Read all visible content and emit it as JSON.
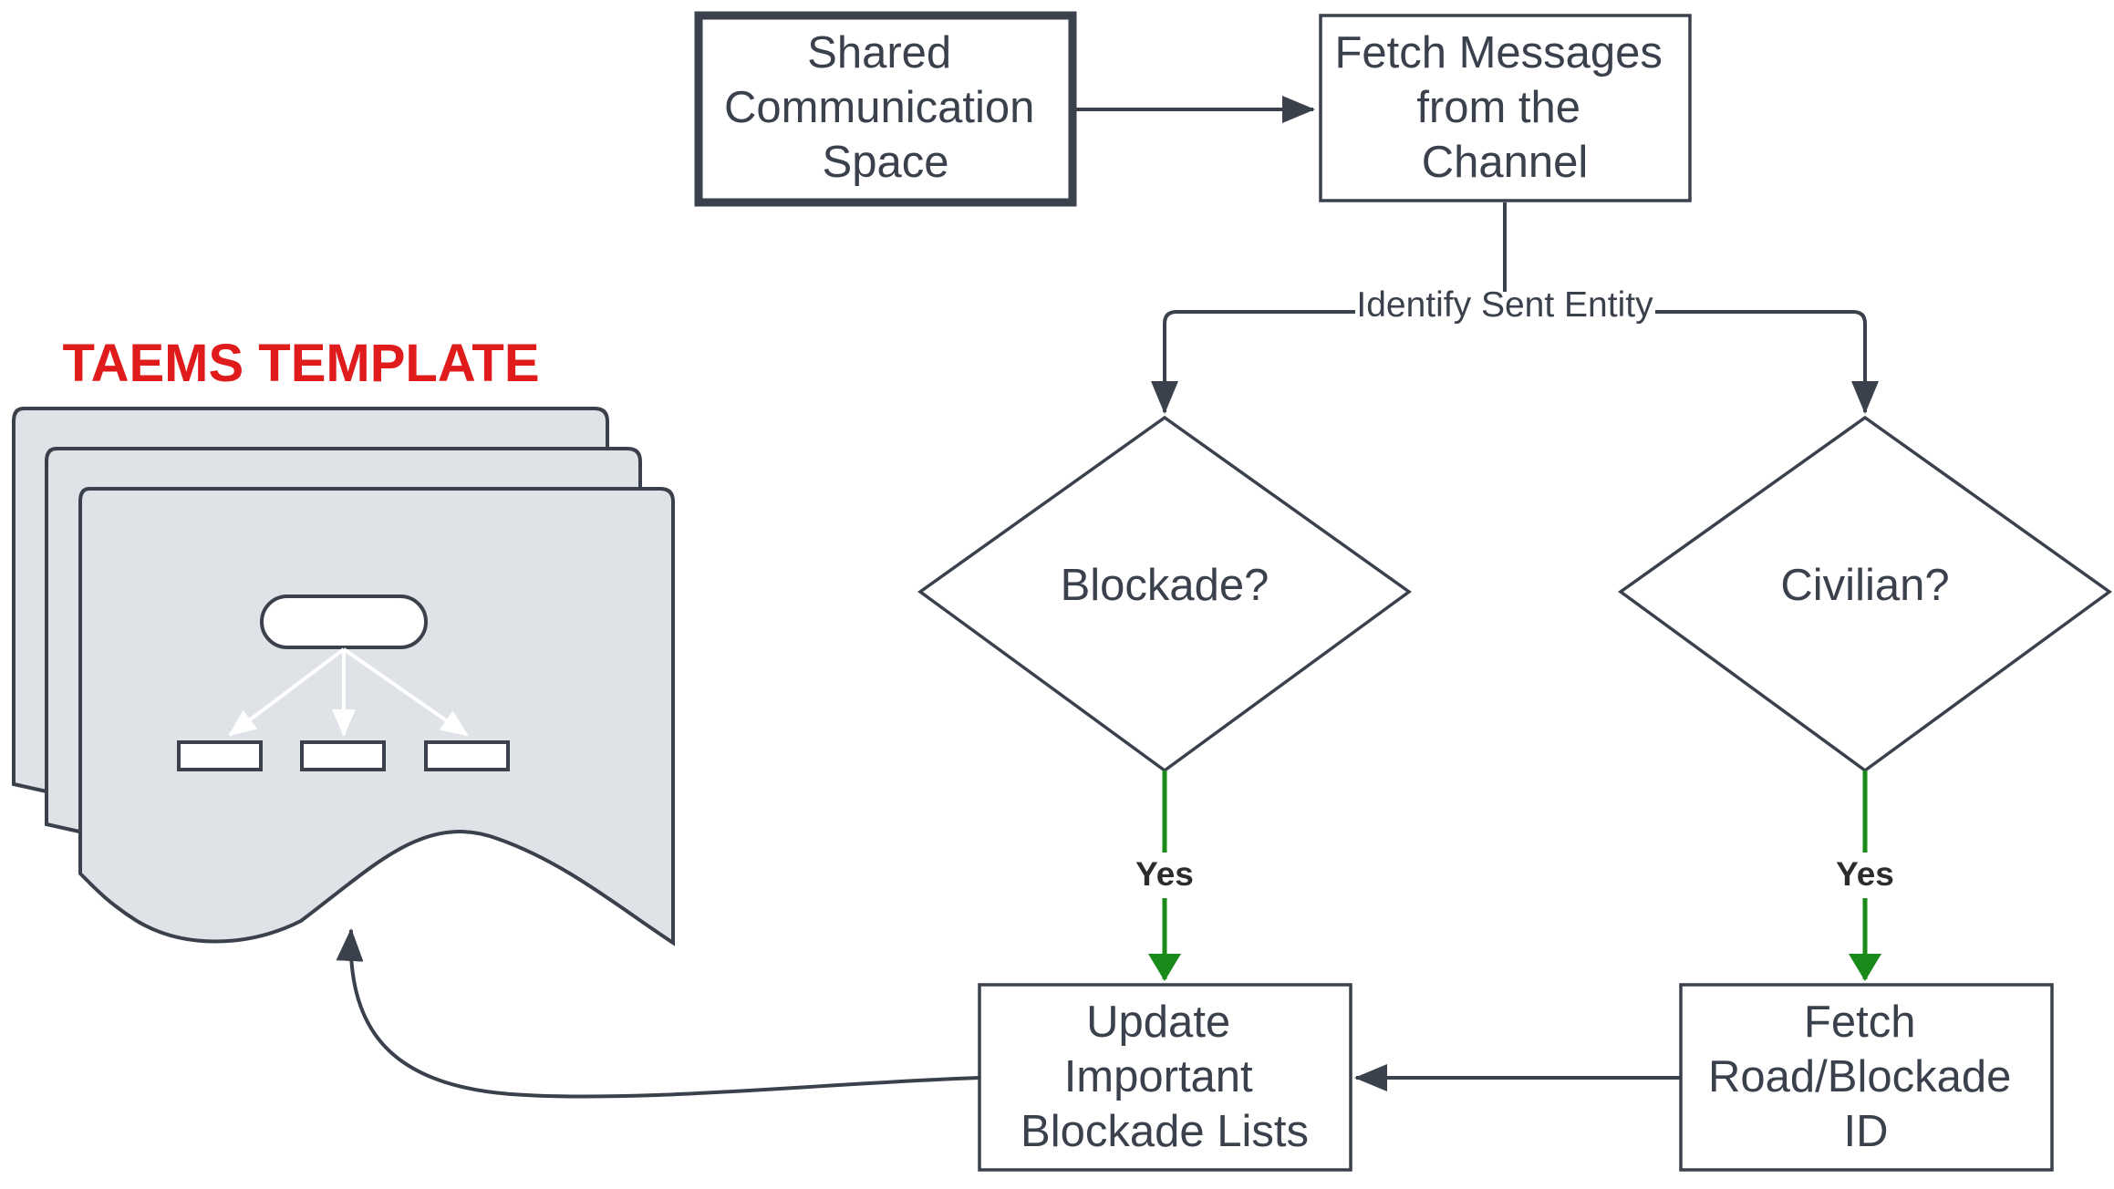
{
  "diagram": {
    "nodes": {
      "shared_space": {
        "lines": [
          "Shared",
          "Communication",
          "Space"
        ]
      },
      "fetch_messages": {
        "lines": [
          "Fetch Messages",
          "from the",
          "Channel"
        ]
      },
      "blockade_decision": {
        "label": "Blockade?"
      },
      "civilian_decision": {
        "label": "Civilian?"
      },
      "update_lists": {
        "lines": [
          "Update",
          "Important",
          "Blockade Lists"
        ]
      },
      "fetch_road": {
        "lines": [
          "Fetch",
          "Road/Blockade",
          "ID"
        ]
      }
    },
    "edges": {
      "identify_label": "Identify Sent Entity",
      "yes_left": "Yes",
      "yes_right": "Yes"
    },
    "template": {
      "title": "TAEMS TEMPLATE"
    },
    "colors": {
      "stroke": "#3a414c",
      "yes_arrow": "#1a8a1a",
      "title": "#e01b1b",
      "page_fill": "#dfe2e7"
    }
  }
}
